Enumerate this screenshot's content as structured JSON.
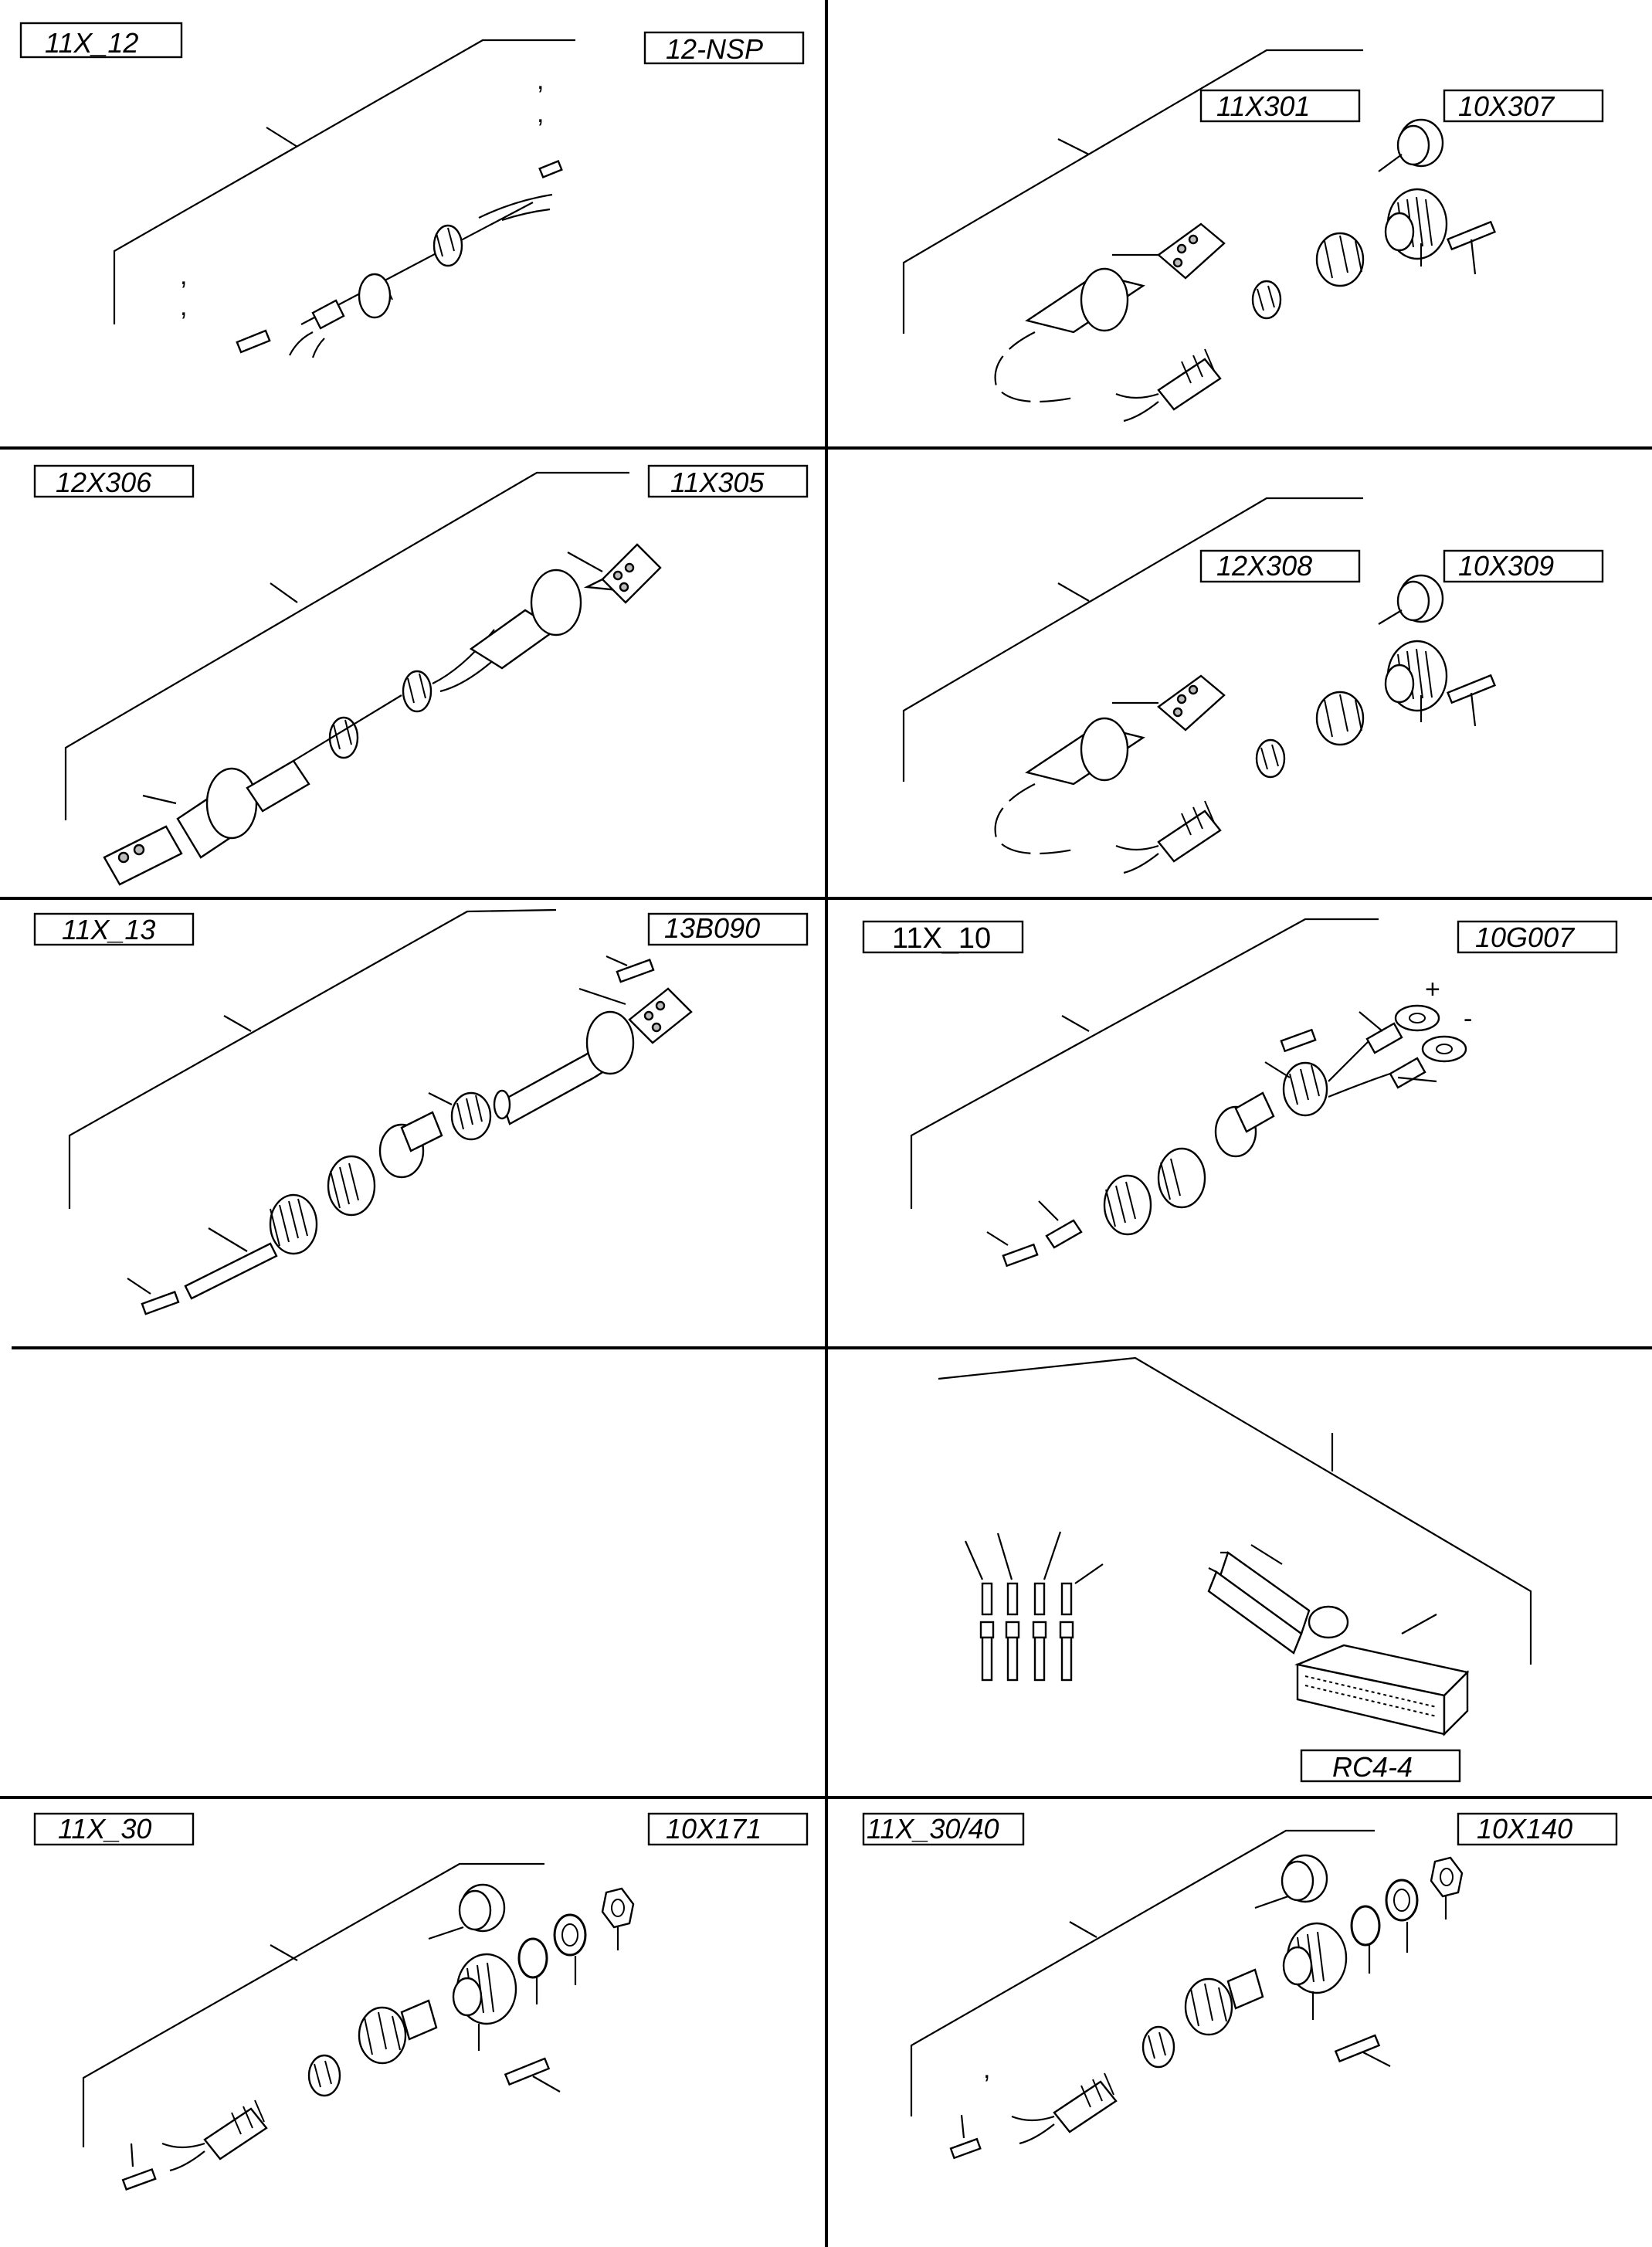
{
  "panels": [
    {
      "left_label": "11X_12",
      "right_label": "12-NSP"
    },
    {
      "left_label": "11X301",
      "right_label": "10X307"
    },
    {
      "left_label": "12X306",
      "right_label": "11X305"
    },
    {
      "left_label": "12X308",
      "right_label": "10X309"
    },
    {
      "left_label": "11X_13",
      "right_label": "13B090"
    },
    {
      "left_label": "11X_10",
      "right_label": "10G007"
    },
    {
      "bottom_label": "RC4-4"
    },
    {
      "left_label": "11X_30",
      "right_label": "10X171"
    },
    {
      "left_label": "11X_30/40",
      "right_label": "10X140"
    }
  ],
  "polarity": {
    "plus": "+",
    "minus": "-"
  },
  "marks": {
    "comma": ","
  }
}
